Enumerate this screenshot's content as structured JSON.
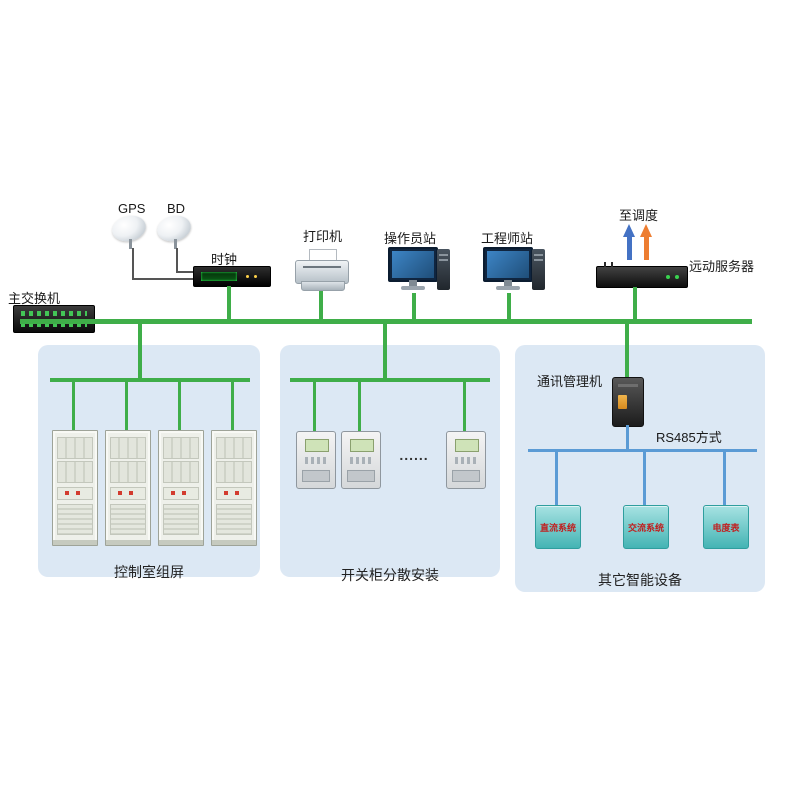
{
  "diagram": {
    "top": {
      "gps": "GPS",
      "bd": "BD",
      "clock": "时钟",
      "printer": "打印机",
      "operator_station": "操作员站",
      "engineer_station": "工程师站",
      "to_dispatch": "至调度",
      "remote_server": "远动服务器",
      "main_switch": "主交换机"
    },
    "panels": {
      "control_room": {
        "label": "控制室组屏",
        "cabinet_count": 4
      },
      "switchgear": {
        "label": "开关柜分散安装",
        "ellipsis": "......"
      },
      "other": {
        "label": "其它智能设备",
        "comm_manager": "通讯管理机",
        "rs485": "RS485方式",
        "devices": [
          {
            "label": "直流系统"
          },
          {
            "label": "交流系统"
          },
          {
            "label": "电度表"
          }
        ]
      }
    },
    "colors": {
      "bus_green": "#3fae49",
      "bus_blue": "#5b9bd5",
      "panel_bg": "#dce8f4",
      "device_box_teal": "#44b4b4",
      "device_label_red": "#c02020",
      "arrow_blue": "#4472c4",
      "arrow_orange": "#ed7d31"
    }
  }
}
